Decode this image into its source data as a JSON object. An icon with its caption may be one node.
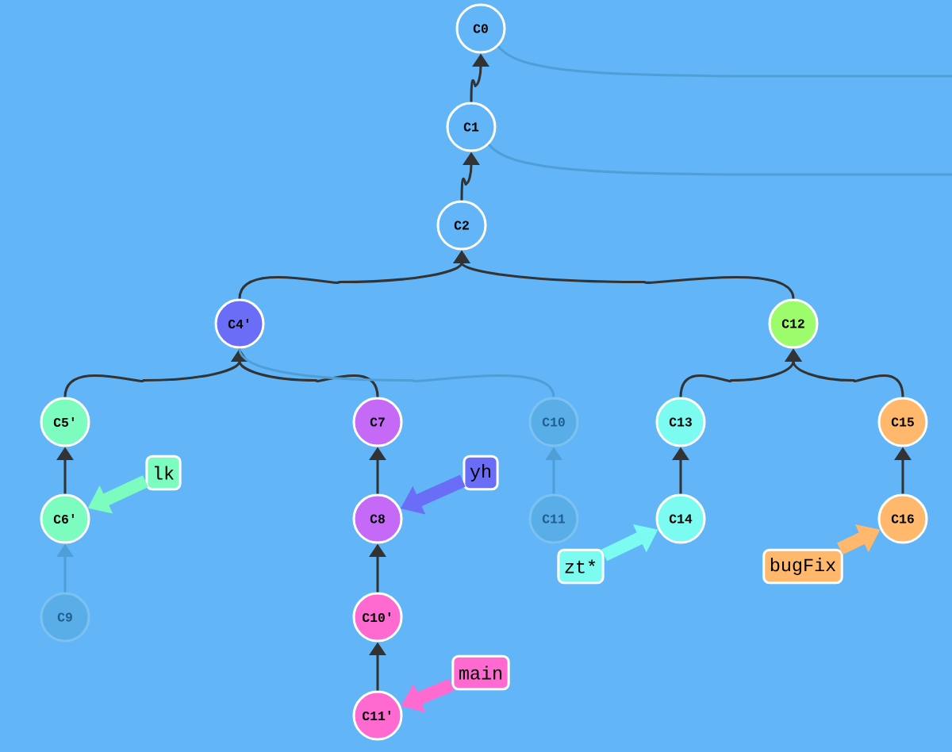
{
  "diagram": {
    "nodes": [
      {
        "text": [
          "C0"
        ]
      },
      {
        "text": [
          "C1"
        ]
      },
      {
        "text": [
          "C2"
        ]
      },
      {
        "text": [
          "C4'"
        ]
      },
      {
        "text": [
          "C12"
        ]
      },
      {
        "text": [
          "C5'"
        ]
      },
      {
        "text": [
          "C7"
        ]
      },
      {
        "text": [
          "C10"
        ]
      },
      {
        "text": [
          "C13"
        ]
      },
      {
        "text": [
          "C15"
        ]
      },
      {
        "text": [
          "C6'"
        ]
      },
      {
        "text": [
          "C8"
        ]
      },
      {
        "text": [
          "C11"
        ]
      },
      {
        "text": [
          "C14"
        ]
      },
      {
        "text": [
          "C16"
        ]
      },
      {
        "text": [
          "C9"
        ]
      },
      {
        "text": [
          "C10'"
        ]
      },
      {
        "text": [
          "C11'"
        ]
      },
      {
        "text": [
          "lk"
        ]
      },
      {
        "text": [
          "yh"
        ]
      },
      {
        "text": [
          "main"
        ]
      },
      {
        "text": [
          "zt*"
        ]
      },
      {
        "text": [
          "bugFix"
        ]
      }
    ],
    "edges": [
      {
        "from": 1,
        "to": 0,
        "arrow": "to"
      },
      {
        "from": 2,
        "to": 1,
        "arrow": "to"
      },
      {
        "from": 3,
        "to": 2,
        "arrow": "to"
      },
      {
        "from": 4,
        "to": 2,
        "arrow": "to"
      },
      {
        "from": 5,
        "to": 3,
        "arrow": "to"
      },
      {
        "from": 6,
        "to": 3,
        "arrow": "to"
      },
      {
        "from": 7,
        "to": 3,
        "arrow": "none",
        "color": "#4f9fd6"
      },
      {
        "from": 8,
        "to": 4,
        "arrow": "to"
      },
      {
        "from": 9,
        "to": 4,
        "arrow": "to"
      },
      {
        "from": 10,
        "to": 5,
        "arrow": "to"
      },
      {
        "from": 11,
        "to": 6,
        "arrow": "to"
      },
      {
        "from": 12,
        "to": 7,
        "arrow": "to",
        "color": "#4f9fd6"
      },
      {
        "from": 13,
        "to": 8,
        "arrow": "to"
      },
      {
        "from": 14,
        "to": 9,
        "arrow": "to"
      },
      {
        "from": 15,
        "to": 10,
        "arrow": "to",
        "color": "#4f9fd6"
      },
      {
        "from": 16,
        "to": 11,
        "arrow": "to"
      },
      {
        "from": 17,
        "to": 16,
        "arrow": "to"
      },
      {
        "from": 18,
        "to": 10,
        "arrow": "to",
        "style": "thick",
        "color": "#7dfcc0"
      },
      {
        "from": 19,
        "to": 11,
        "arrow": "to",
        "style": "thick",
        "color": "#6a6ef7"
      },
      {
        "from": 20,
        "to": 17,
        "arrow": "to",
        "style": "thick",
        "color": "#ff6ad0"
      },
      {
        "from": 21,
        "to": 13,
        "arrow": "to",
        "style": "thick",
        "color": "#7cfcf0"
      },
      {
        "from": 22,
        "to": 14,
        "arrow": "to",
        "style": "thick",
        "color": "#ffb86c"
      },
      {
        "from": null,
        "to": 0,
        "arrow": "none",
        "color": "#4f9fd6"
      },
      {
        "from": null,
        "to": 1,
        "arrow": "none",
        "color": "#4f9fd6"
      }
    ]
  }
}
